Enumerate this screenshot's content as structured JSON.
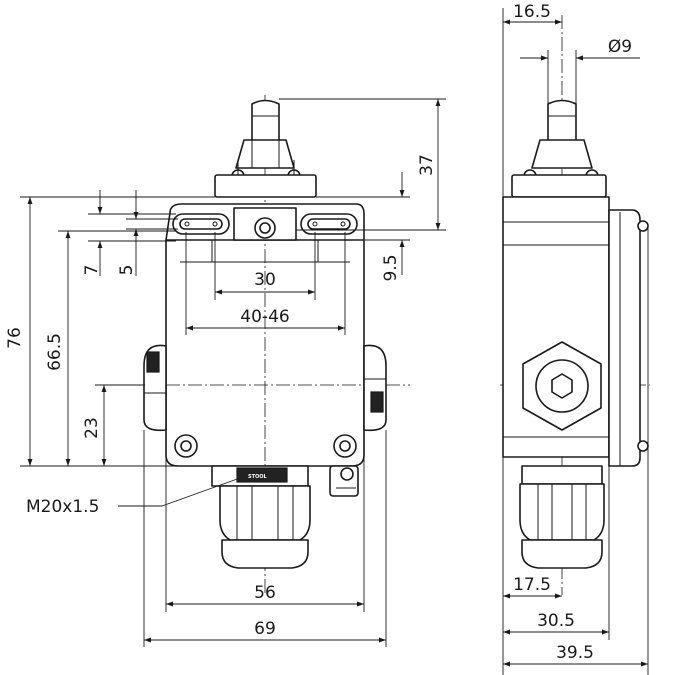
{
  "front_view": {
    "dims": {
      "overall_height": "76",
      "lower_height": "66.5",
      "cable_height": "23",
      "slot_offset": "7",
      "slot_width": "5",
      "hole_spacing": "30",
      "mount_range": "40-46",
      "plunger_height": "37",
      "top_offset": "9.5",
      "base_width": "56",
      "overall_width": "69"
    },
    "thread_label": "M20x1.5",
    "gland_marking": "STOOL"
  },
  "side_view": {
    "dims": {
      "top_offset": "16.5",
      "plunger_diameter": "Ø9",
      "gland_offset": "17.5",
      "body_depth": "30.5",
      "overall_depth": "39.5"
    }
  }
}
